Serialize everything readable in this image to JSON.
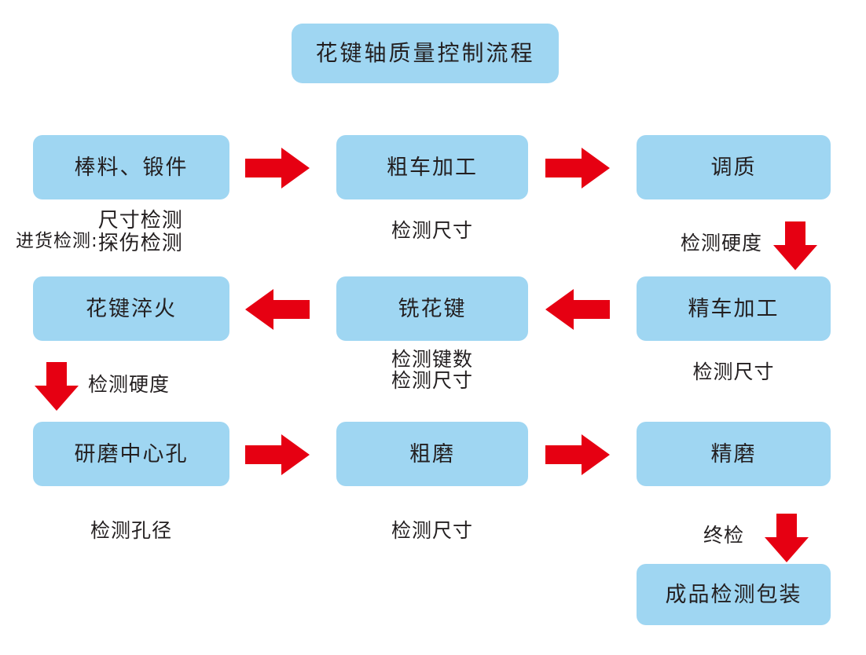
{
  "title": {
    "text": "花键轴质量控制流程"
  },
  "colors": {
    "node_fill": "#9fd6f2",
    "arrow_red": "#e60012",
    "text": "#231f20",
    "background": "#ffffff"
  },
  "nodes": [
    {
      "id": "raw",
      "label": "棒料、锻件"
    },
    {
      "id": "rough-turn",
      "label": "粗车加工"
    },
    {
      "id": "temper",
      "label": "调质"
    },
    {
      "id": "quench",
      "label": "花键淬火"
    },
    {
      "id": "mill",
      "label": "铣花键"
    },
    {
      "id": "fine-turn",
      "label": "精车加工"
    },
    {
      "id": "grind-hole",
      "label": "研磨中心孔"
    },
    {
      "id": "rough-grind",
      "label": "粗磨"
    },
    {
      "id": "fine-grind",
      "label": "精磨"
    },
    {
      "id": "final-pack",
      "label": "成品检测包装"
    }
  ],
  "captions": {
    "raw": {
      "lead": "进货检测:",
      "lines": [
        "尺寸检测",
        "探伤检测"
      ]
    },
    "rough_turn": {
      "lines": [
        "检测尺寸"
      ]
    },
    "temper": {
      "lines": [
        "检测硬度"
      ]
    },
    "quench": {
      "lines": [
        "检测硬度"
      ]
    },
    "mill": {
      "lines": [
        "检测键数",
        "检测尺寸"
      ]
    },
    "fine_turn": {
      "lines": [
        "检测尺寸"
      ]
    },
    "grind_hole": {
      "lines": [
        "检测孔径"
      ]
    },
    "rough_grind": {
      "lines": [
        "检测尺寸"
      ]
    },
    "fine_grind": {
      "lines": [
        "终检"
      ]
    }
  },
  "arrows": [
    {
      "id": "raw-to-rough-turn",
      "direction": "right"
    },
    {
      "id": "rough-turn-to-temper",
      "direction": "right"
    },
    {
      "id": "temper-to-fine-turn",
      "direction": "down"
    },
    {
      "id": "fine-turn-to-mill",
      "direction": "left"
    },
    {
      "id": "mill-to-quench",
      "direction": "left"
    },
    {
      "id": "quench-to-grind-hole",
      "direction": "down"
    },
    {
      "id": "grind-hole-to-rough-grind",
      "direction": "right"
    },
    {
      "id": "rough-grind-to-fine-grind",
      "direction": "right"
    },
    {
      "id": "fine-grind-to-final-pack",
      "direction": "down"
    }
  ]
}
